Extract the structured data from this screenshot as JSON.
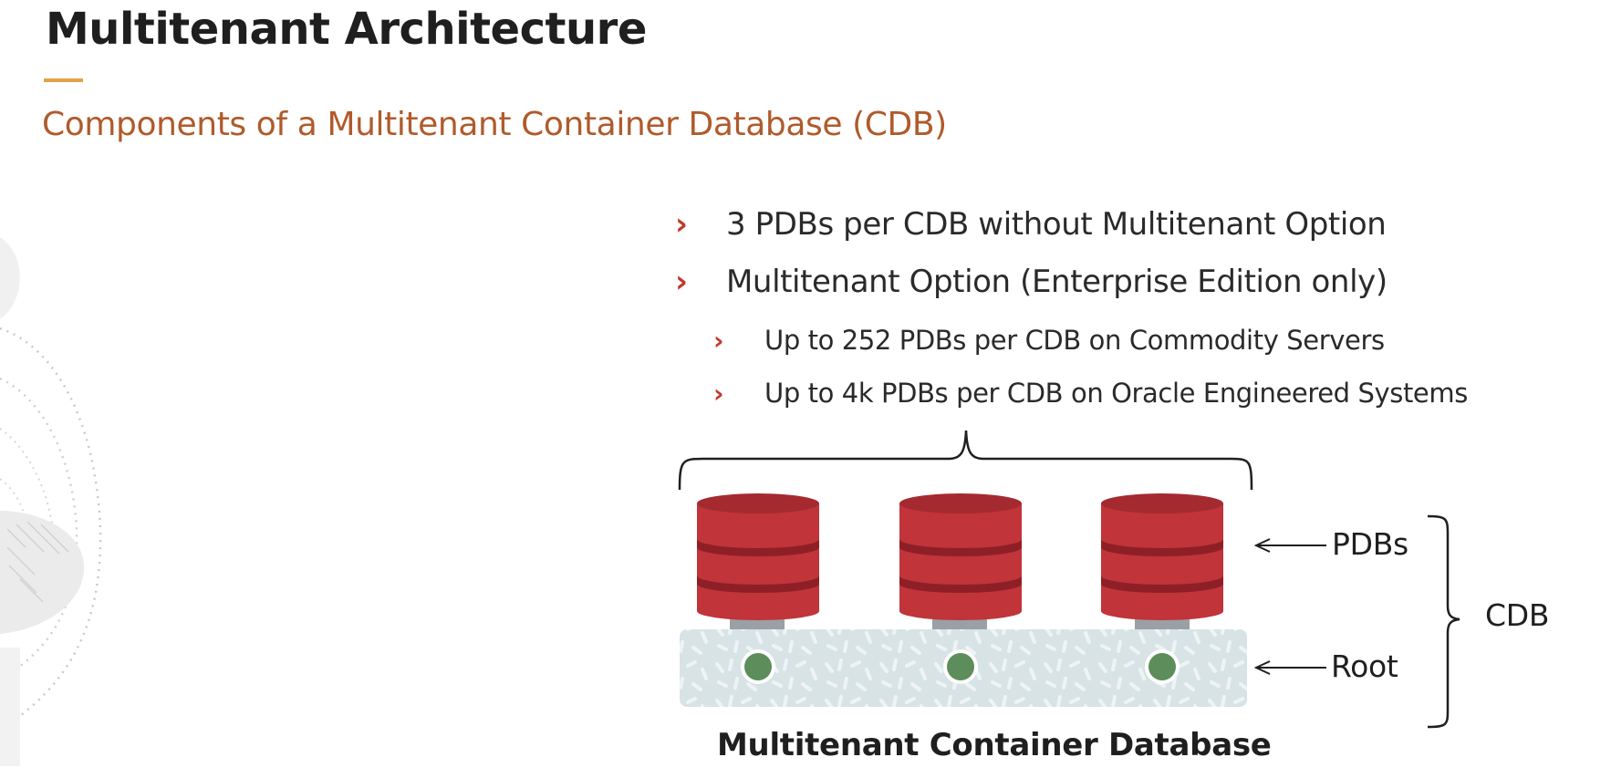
{
  "slide": {
    "title": "Multitenant Architecture",
    "subtitle": "Components of a Multitenant Container Database (CDB)"
  },
  "bullets": [
    {
      "level": 1,
      "text": "3 PDBs per CDB without Multitenant Option"
    },
    {
      "level": 1,
      "text": "Multitenant Option (Enterprise Edition only)"
    },
    {
      "level": 2,
      "text": "Up to 252 PDBs per CDB on Commodity Servers"
    },
    {
      "level": 2,
      "text": "Up to 4k PDBs per CDB on Oracle Engineered Systems"
    }
  ],
  "diagram": {
    "pdb_label": "PDBs",
    "root_label": "Root",
    "cdb_label": "CDB",
    "caption": "Multitenant Container Database",
    "pdb_count": 3,
    "colors": {
      "pdb_red": "#c0343a",
      "pdb_dark": "#8e1f26",
      "root_bg": "#d9e4e6",
      "root_dot": "#5c8d5a",
      "bullet_chevron": "#c0392b",
      "subtitle": "#b05a2b",
      "accent": "#e2a244"
    }
  }
}
